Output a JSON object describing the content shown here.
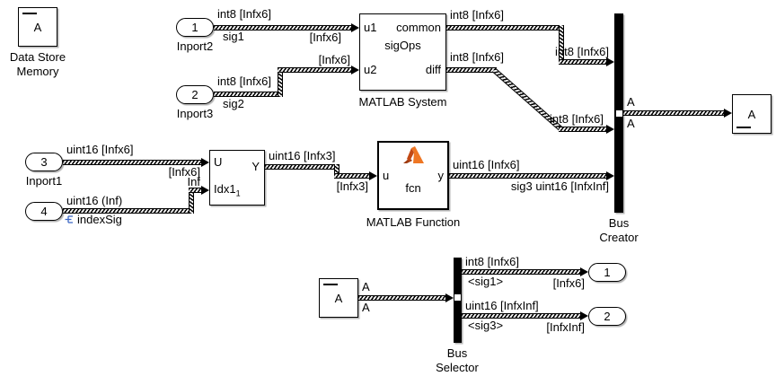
{
  "blocks": {
    "data_store_memory": {
      "store": "A",
      "label1": "Data Store",
      "label2": "Memory"
    },
    "inport2": {
      "num": "1",
      "label": "Inport2"
    },
    "inport3": {
      "num": "2",
      "label": "Inport3"
    },
    "inport1": {
      "num": "3",
      "label": "Inport1"
    },
    "inport4": {
      "num": "4"
    },
    "matlab_system": {
      "in1": "u1",
      "in2": "u2",
      "out1": "common",
      "out2": "diff",
      "center": "sigOps",
      "label": "MATLAB System"
    },
    "selector": {
      "in1": "U",
      "out1": "Y",
      "in2": "Idx1",
      "in2_sub": "1"
    },
    "matlab_function": {
      "in1": "u",
      "out1": "y",
      "icon_text": "fcn",
      "label": "MATLAB Function"
    },
    "bus_creator": {
      "label1": "Bus",
      "label2": "Creator"
    },
    "data_store_write": {
      "store": "A"
    },
    "data_store_read": {
      "store": "A"
    },
    "bus_selector": {
      "label1": "Bus",
      "label2": "Selector"
    },
    "outport1": {
      "num": "1"
    },
    "outport2": {
      "num": "2"
    }
  },
  "signals": {
    "sig1": {
      "dtype": "int8 [Infx6]",
      "name": "sig1",
      "dst": "[Infx6]"
    },
    "sig2": {
      "dtype": "int8 [Infx6]",
      "name": "sig2",
      "dst": "[Infx6]"
    },
    "common": {
      "dtype": "int8 [Infx6]",
      "dst": "int8 [Infx6]"
    },
    "diff": {
      "dtype": "int8 [Infx6]",
      "dst": "int8 [Infx6]"
    },
    "bus": {
      "top": "A",
      "bottom": "A"
    },
    "in1": {
      "dtype": "uint16 [Infx6]",
      "dst": "[Infx6]"
    },
    "indexSig": {
      "dtype": "uint16 (Inf)",
      "name": "indexSig",
      "dst": "Inf"
    },
    "selout": {
      "dtype": "uint16 [Infx3]",
      "dst": "[Infx3]"
    },
    "sig3": {
      "dtype": "uint16 [Infx6]",
      "dst": "sig3 uint16 [InfxInf]"
    },
    "read": {
      "top": "A",
      "bottom": "A"
    },
    "bsel1": {
      "dtype": "int8 [Infx6]",
      "name": "<sig1>",
      "dst": "[Infx6]"
    },
    "bsel3": {
      "dtype": "uint16 [InfxInf]",
      "name": "<sig3>",
      "dst": "[InfxInf]"
    }
  }
}
